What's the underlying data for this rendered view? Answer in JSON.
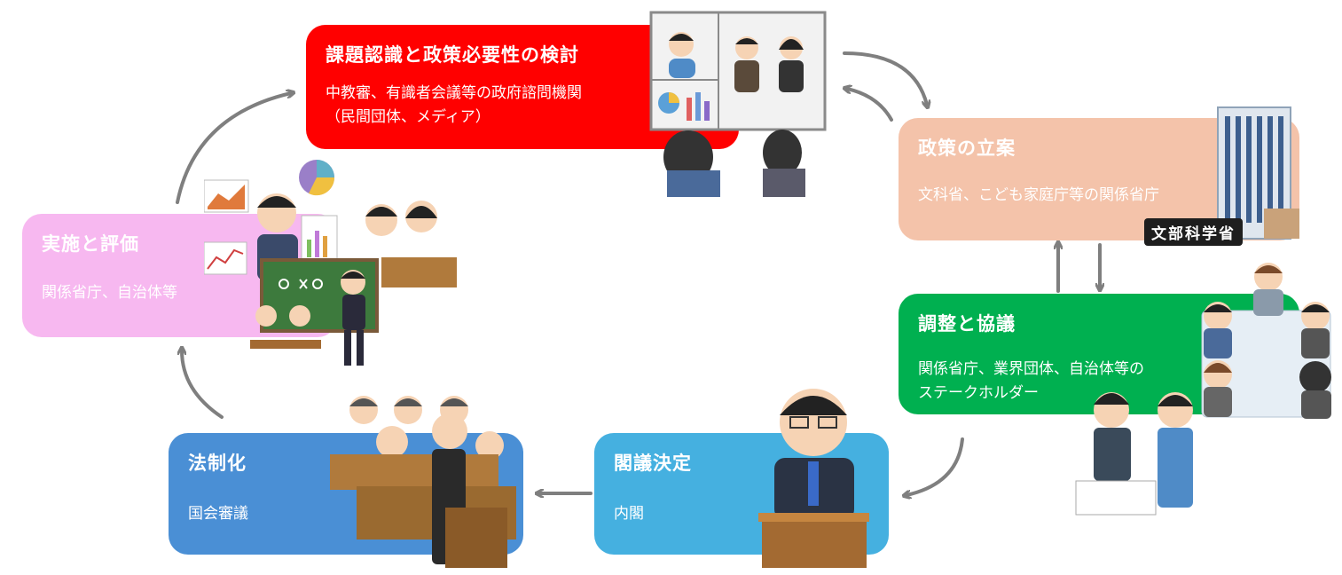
{
  "boxes": {
    "recognition": {
      "title": "課題認識と政策必要性の検討",
      "desc": "中教審、有識者会議等の政府諮問機関\n（民間団体、メディア）",
      "color": "#ff0000"
    },
    "drafting": {
      "title": "政策の立案",
      "desc": "文科省、こども家庭庁等の関係省庁",
      "color": "#f4c3aa"
    },
    "coordination": {
      "title": "調整と協議",
      "desc": "関係省庁、業界団体、自治体等の\nステークホルダー",
      "color": "#00b050"
    },
    "cabinet": {
      "title": "閣議決定",
      "desc": "内閣",
      "color": "#45b0e0"
    },
    "legislation": {
      "title": "法制化",
      "desc": "国会審議",
      "color": "#4a8fd5"
    },
    "implementation": {
      "title": "実施と評価",
      "desc": "関係省庁、自治体等",
      "color": "#f7b8f0"
    }
  },
  "ministry_sign": "文部科学省",
  "arrow_color": "#7f7f7f"
}
